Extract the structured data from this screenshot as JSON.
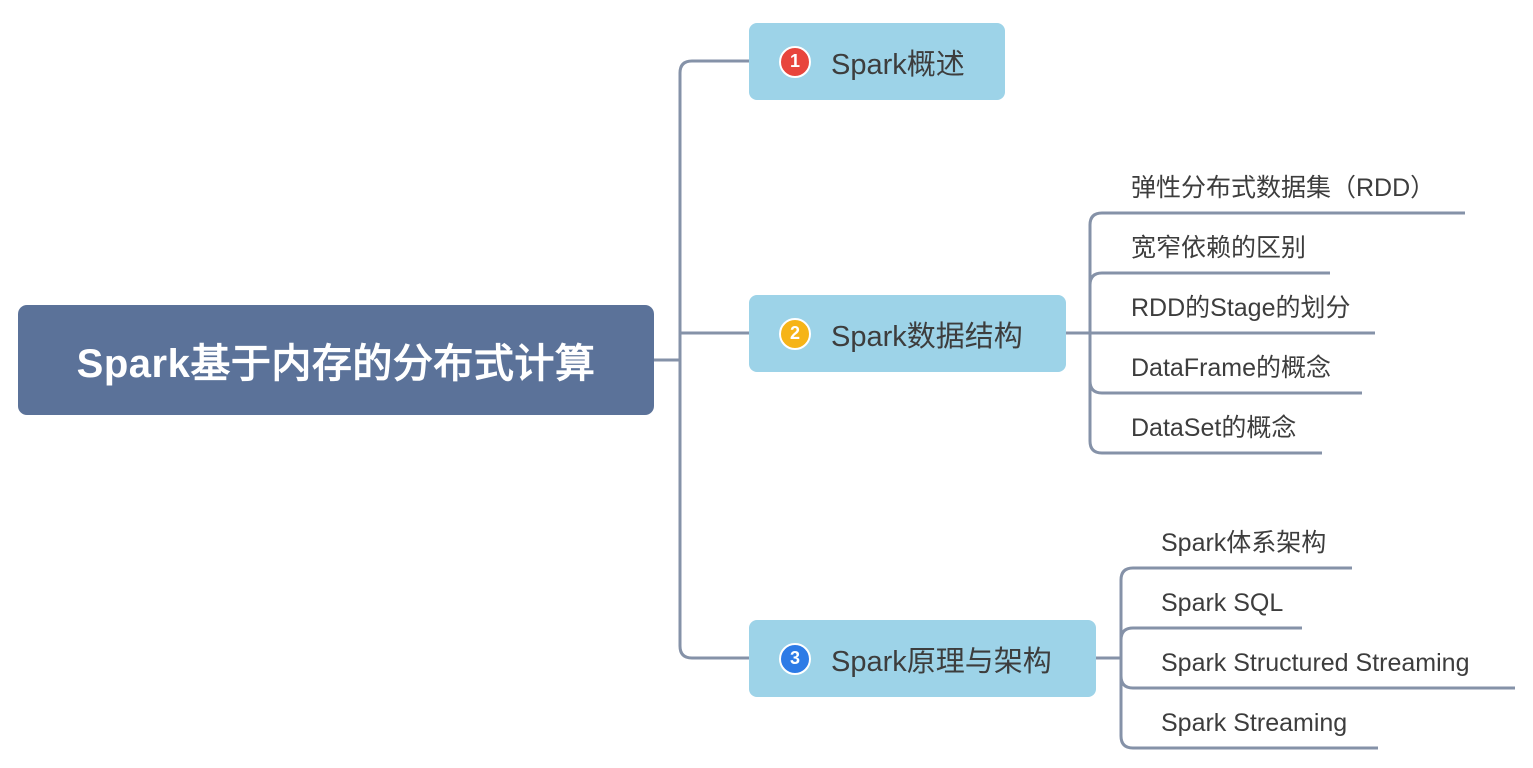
{
  "root": {
    "label": "Spark基于内存的分布式计算"
  },
  "branches": [
    {
      "number": "1",
      "badge_color": "#e8453c",
      "label": "Spark概述",
      "children": []
    },
    {
      "number": "2",
      "badge_color": "#f6b418",
      "label": "Spark数据结构",
      "children": [
        "弹性分布式数据集（RDD）",
        "宽窄依赖的区别",
        "RDD的Stage的划分",
        "DataFrame的概念",
        "DataSet的概念"
      ]
    },
    {
      "number": "3",
      "badge_color": "#2d7be6",
      "label": "Spark原理与架构",
      "children": [
        "Spark体系架构",
        "Spark SQL",
        "Spark Structured Streaming",
        "Spark Streaming"
      ]
    }
  ],
  "colors": {
    "root_fill": "#5b7299",
    "branch_fill": "#9dd3e8",
    "connector": "#8592a8",
    "text": "#3d3d3d"
  }
}
